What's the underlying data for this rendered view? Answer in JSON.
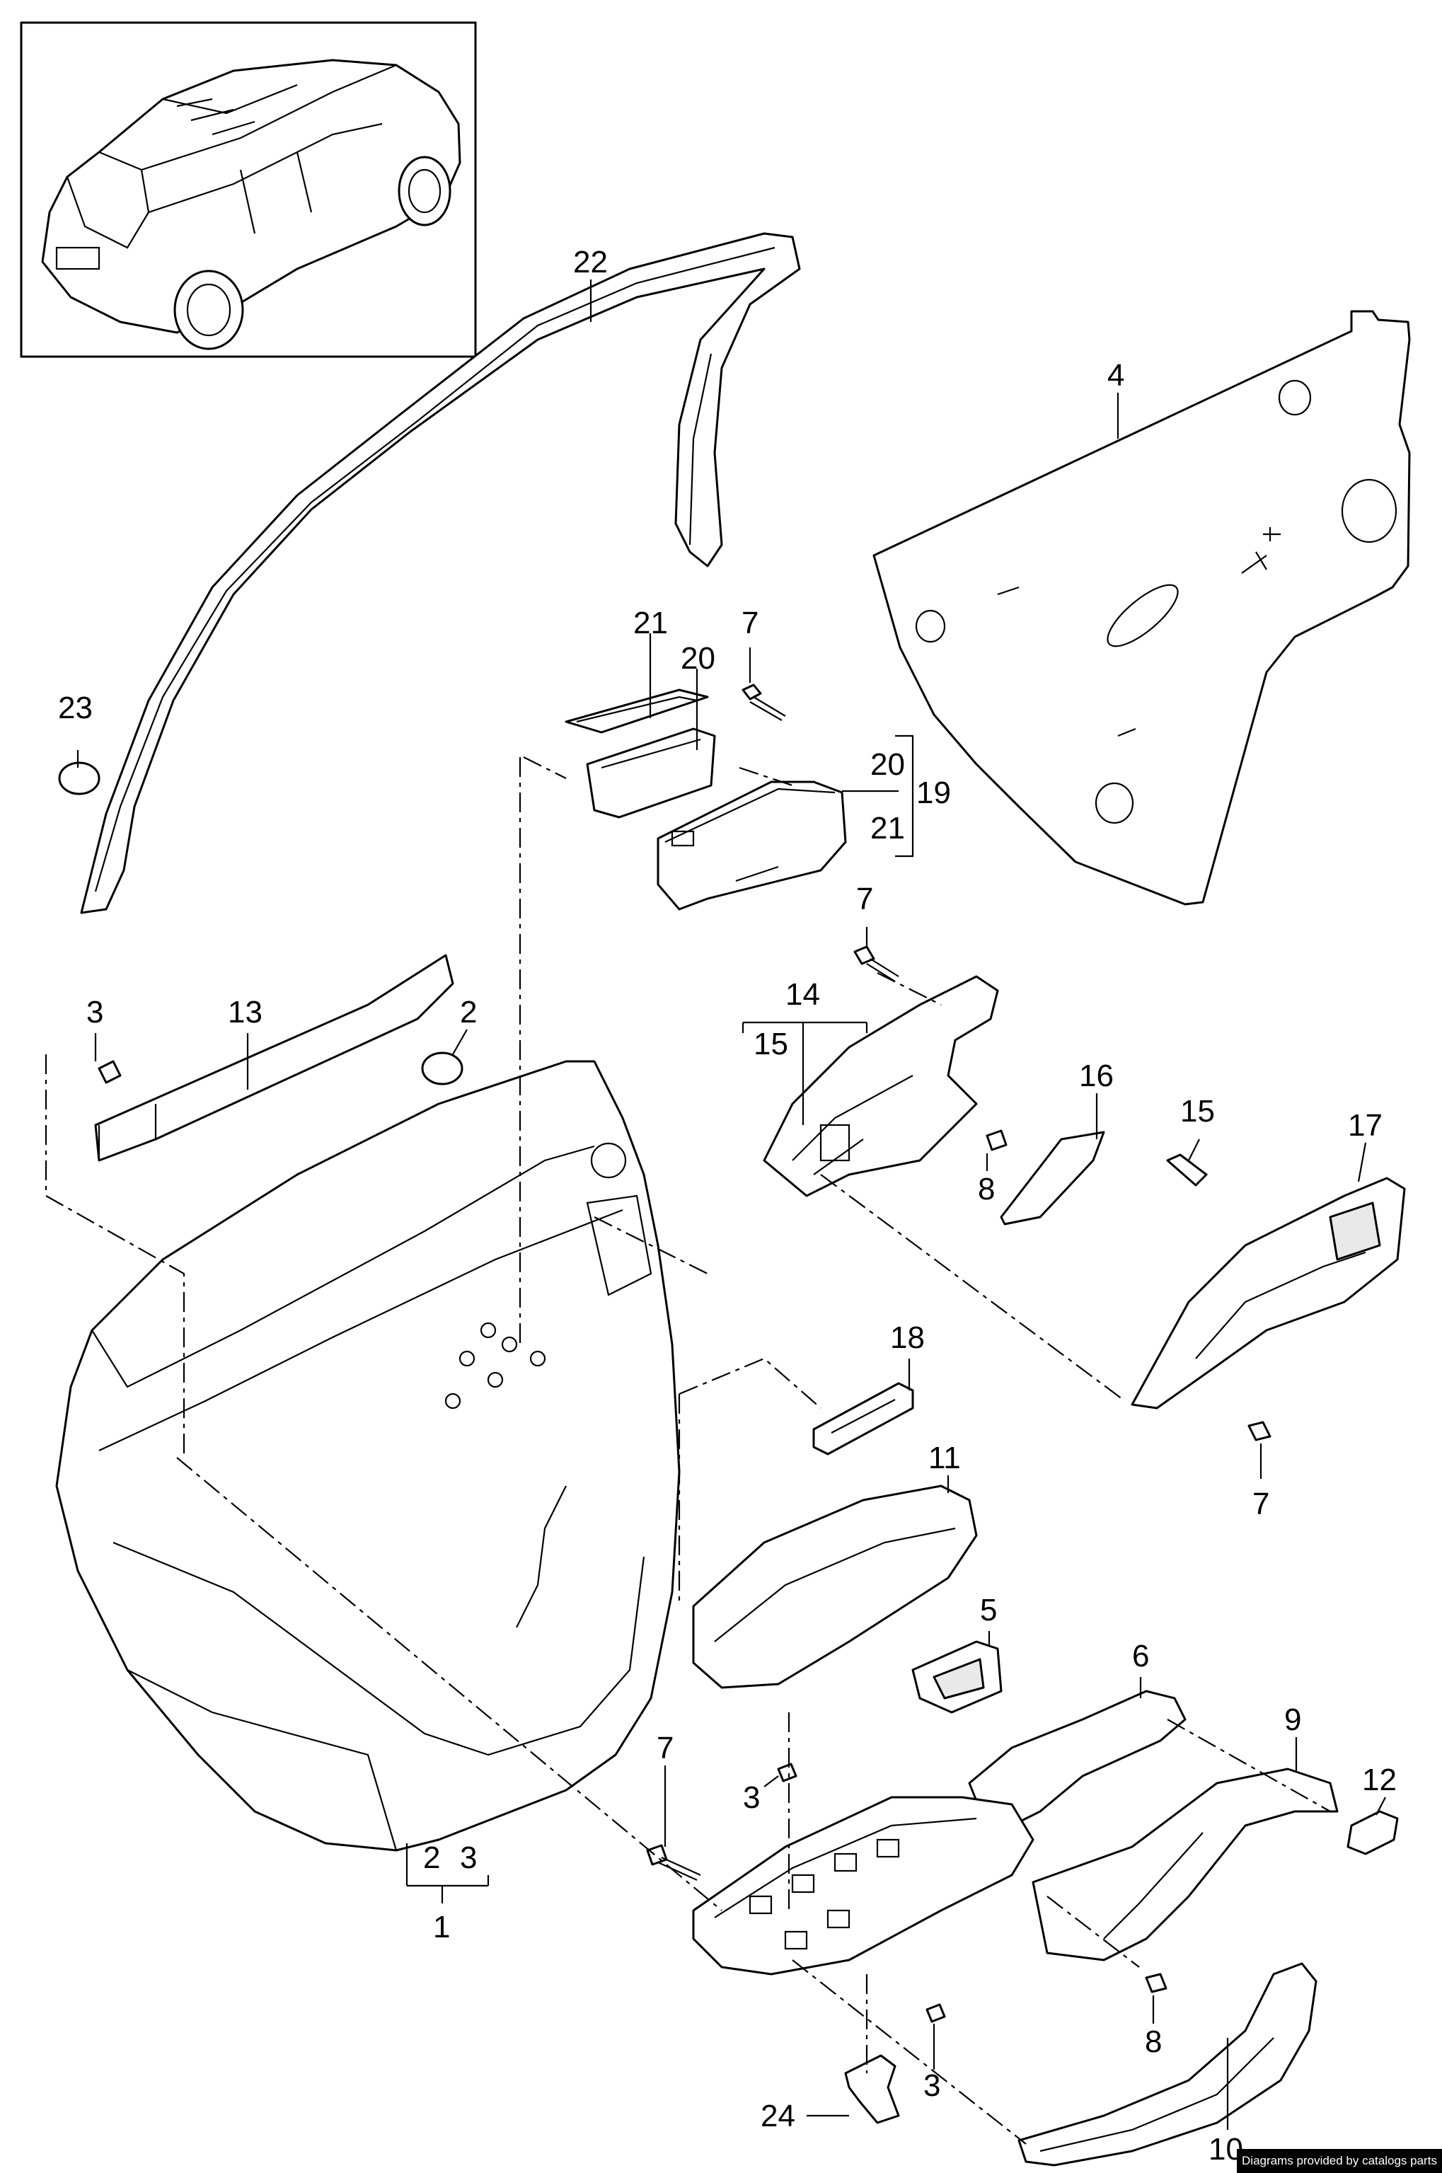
{
  "callouts": {
    "c1": "1",
    "c2a": "2",
    "c2b": "2",
    "c3a": "3",
    "c3b": "3",
    "c3c": "3",
    "c3d": "3",
    "c4": "4",
    "c5": "5",
    "c6": "6",
    "c7a": "7",
    "c7b": "7",
    "c7c": "7",
    "c7d": "7",
    "c8a": "8",
    "c8b": "8",
    "c9": "9",
    "c10": "10",
    "c11": "11",
    "c12": "12",
    "c13": "13",
    "c14": "14",
    "c15a": "15",
    "c15b": "15",
    "c16": "16",
    "c17": "17",
    "c18": "18",
    "c19": "19",
    "c20a": "20",
    "c20b": "20",
    "c21a": "21",
    "c21b": "21",
    "c22": "22",
    "c23": "23",
    "c24": "24"
  },
  "credit": "Diagrams provided by catalogs parts"
}
